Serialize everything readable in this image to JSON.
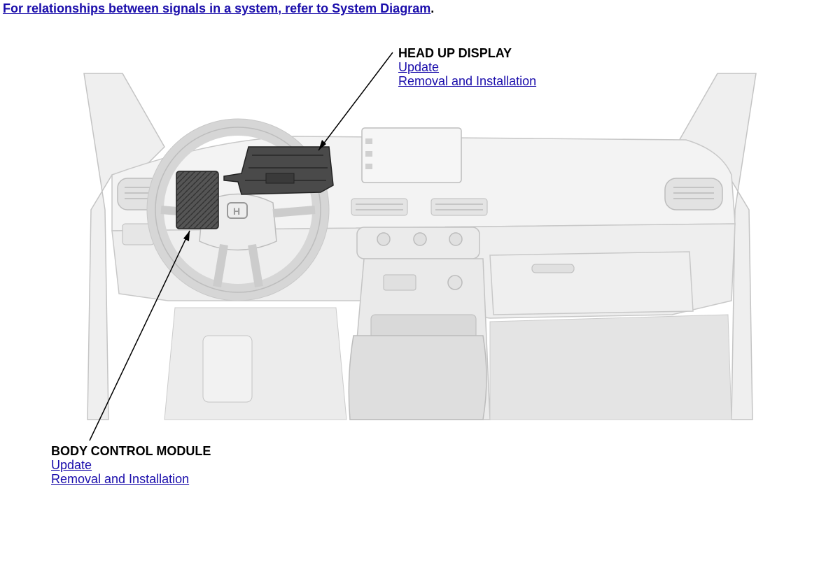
{
  "note": {
    "prefix": "For relationships between signals in a system, refer to ",
    "link": "System Diagram",
    "suffix": "."
  },
  "components": {
    "hud": {
      "name": "HEAD UP DISPLAY",
      "links": [
        "Update",
        "Removal and Installation"
      ]
    },
    "bcm": {
      "name": "BODY CONTROL MODULE",
      "links": [
        "Update",
        "Removal and Installation"
      ]
    }
  },
  "colors": {
    "link": "#1a0dab",
    "module": "#4a4a4a",
    "dash_fill": "#f1f1f1",
    "dash_stroke": "#c8c8c8"
  }
}
